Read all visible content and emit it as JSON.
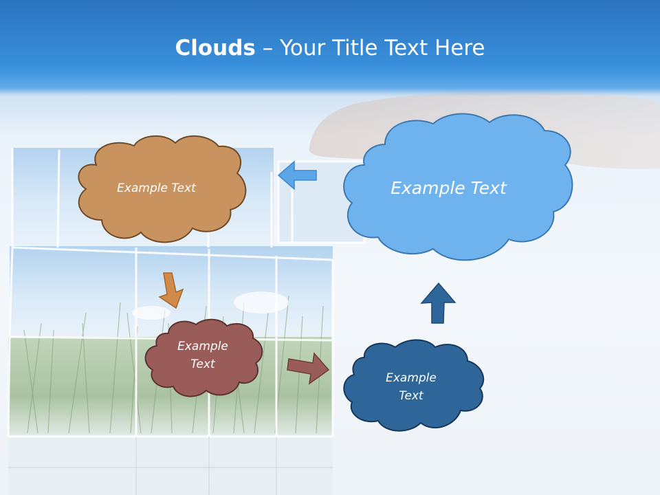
{
  "slide": {
    "title_bold": "Clouds",
    "title_rest": " – Your Title Text Here"
  },
  "clouds": [
    {
      "label": "Example Text",
      "color": "#c8935f"
    },
    {
      "label": "Example Text",
      "color": "#6eb3ee"
    },
    {
      "label": "Example Text",
      "color": "#9a5c58"
    },
    {
      "label": "Example Text",
      "color": "#2f6699"
    }
  ],
  "arrows": [
    {
      "icon": "arrow-left-icon",
      "color": "#5aa6e6"
    },
    {
      "icon": "arrow-down-icon",
      "color": "#d08a4a"
    },
    {
      "icon": "arrow-right-icon",
      "color": "#9a5c58"
    },
    {
      "icon": "arrow-up-icon",
      "color": "#2f6699"
    }
  ],
  "background": {
    "image": "grass-sky-cubes-image",
    "hand": "hand-image"
  }
}
